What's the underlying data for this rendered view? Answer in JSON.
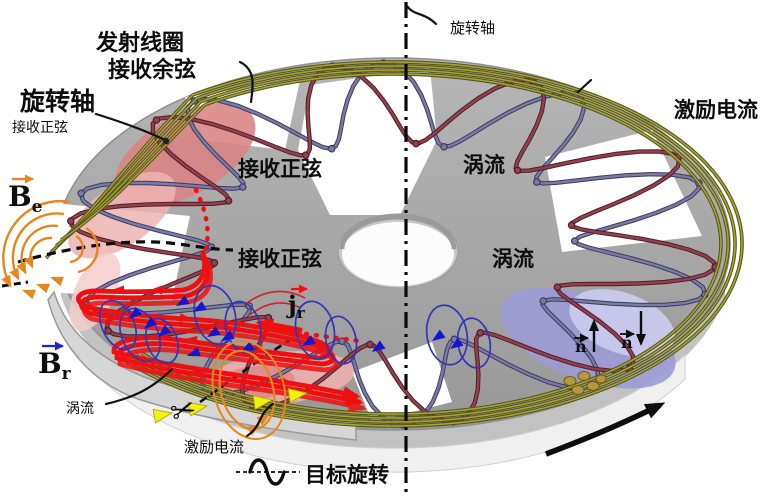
{
  "figure": {
    "description_labels": {
      "transmit_coil_line1": "发射线圈",
      "transmit_coil_line2": "接收余弦",
      "rotation_axis_left": "旋转轴",
      "receive_sine_small": "接收正弦",
      "rotation_axis_top": "旋转轴",
      "excitation_current_right": "激励电流",
      "receive_sine_mid1": "接收正弦",
      "eddy_current_right1": "涡流",
      "receive_sine_mid2": "接收正弦",
      "eddy_current_right2": "涡流",
      "eddy_current_small": "涡流",
      "excitation_current_bottom": "激励电流",
      "target_rotation": "目标旋转"
    },
    "vector_labels": {
      "Be": {
        "base": "B",
        "sub": "e"
      },
      "Br": {
        "base": "B",
        "sub": "r"
      },
      "jr": {
        "base": "j",
        "sub": "r"
      },
      "n1": "n",
      "n2": "n"
    },
    "icons": {
      "scissors": "✂"
    },
    "colors": {
      "excitation_coil_dark": "#55551c",
      "excitation_coil_light": "#a6a636",
      "coil_red_dark": "#4f1f29",
      "coil_red_light": "#93404e",
      "coil_blue_dark": "#3c3c60",
      "coil_blue_light": "#7a7aa6",
      "excitation_field_orange": "#e8861e",
      "reaction_field_blue": "#1515cc",
      "eddy_current_red": "#ee1010",
      "induced_current_yellow": "#f3ef0e",
      "disc_gray": "#a6a6a6",
      "flux_pink": "#d98383",
      "flux_purple": "#9b9bd6"
    }
  }
}
